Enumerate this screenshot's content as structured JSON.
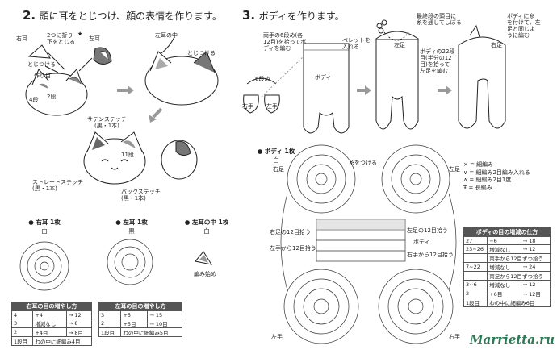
{
  "step2": {
    "num": "2.",
    "title": "頭に耳をとじつけ、顔の表情を作ります。"
  },
  "step3": {
    "num": "3.",
    "title": "ボディを作ります。"
  },
  "head_labels": {
    "fold": "2つに折り\n下をとじる",
    "right_ear": "右耳",
    "left_ear": "左耳",
    "left_inner": "左耳の中",
    "sew1": "とじつける",
    "sew2": "とじつける",
    "eyes": "作り目",
    "row4": "4段",
    "row2": "2段",
    "star": "★"
  },
  "face_labels": {
    "satin": "サテンステッチ\n(黒・1本)",
    "row11": "11段",
    "straight": "ストレートステッチ\n(黒・1本)",
    "back": "バックステッチ\n(黒・1本)"
  },
  "ear_captions": [
    {
      "title": "● 右耳 1枚",
      "color": "白"
    },
    {
      "title": "● 左耳 1枚",
      "color": "黒"
    },
    {
      "title": "● 左耳の中 1枚",
      "color": "白"
    }
  ],
  "start_label": "編み始め",
  "right_ear_table": {
    "header": "右耳の目の増やし方",
    "rows": [
      [
        "4",
        "+4",
        "→ 12"
      ],
      [
        "3",
        "増減なし",
        "→ 8"
      ],
      [
        "2",
        "+4目",
        "→ 8目"
      ],
      [
        "1段目",
        "わの中に細編み4目",
        ""
      ]
    ]
  },
  "left_ear_table": {
    "header": "左耳の目の増やし方",
    "rows": [
      [
        "3",
        "+5",
        "→ 15"
      ],
      [
        "2",
        "+5目",
        "→ 10目"
      ],
      [
        "1段目",
        "わの中に細編み5目",
        ""
      ]
    ]
  },
  "body_labels": {
    "pick": "両手の6段め(各\n12目)を拾ってボ\nディを編む",
    "pellet": "ペレットを\n入れる",
    "thread": "最終段の頭目に\n糸を通してしぼる",
    "attach": "ボディに糸\nを付けて、左\n足と同じよ\nうに編む",
    "row6": "6段め",
    "hand_r": "右手",
    "hand_l": "左手",
    "body": "ボディ",
    "body22": "ボディの22段\n目(半分の12\n目)を拾って\n左足を編む",
    "left_leg": "左足",
    "right_leg": "右足"
  },
  "body_chart": {
    "caption": "● ボディ 1枚",
    "color": "白",
    "attach_yarn": "糸をつける",
    "right_leg": "右足",
    "left_leg": "左足",
    "left_pick": "左足の12目拾う",
    "right_pick": "右足の12目拾う",
    "left_hand_pick": "左手から12目拾う",
    "right_hand_pick": "右手から12目拾う",
    "body": "ボディ",
    "left_hand": "左手",
    "right_hand": "右手"
  },
  "legend": [
    "× = 細編み",
    "∨ = 細編み2目編み入れる",
    "∧ = 細編み2目1度",
    "Ŧ = 長編み"
  ],
  "body_table": {
    "header": "ボディの目の増減の仕方",
    "rows": [
      [
        "27",
        "−6",
        "→ 18"
      ],
      [
        "23~26",
        "増減なし",
        "→ 12"
      ],
      [
        "",
        "両手から12目ずつ拾う",
        ""
      ],
      [
        "7~22",
        "増減なし",
        "→ 24"
      ],
      [
        "",
        "両足から12目ずつ拾う",
        ""
      ],
      [
        "3~6",
        "増減なし",
        "→ 12"
      ],
      [
        "2",
        "+6目",
        "→ 12目"
      ],
      [
        "1段目",
        "わの中に細編み6目",
        ""
      ]
    ]
  },
  "watermark": "Marrietta.ru"
}
